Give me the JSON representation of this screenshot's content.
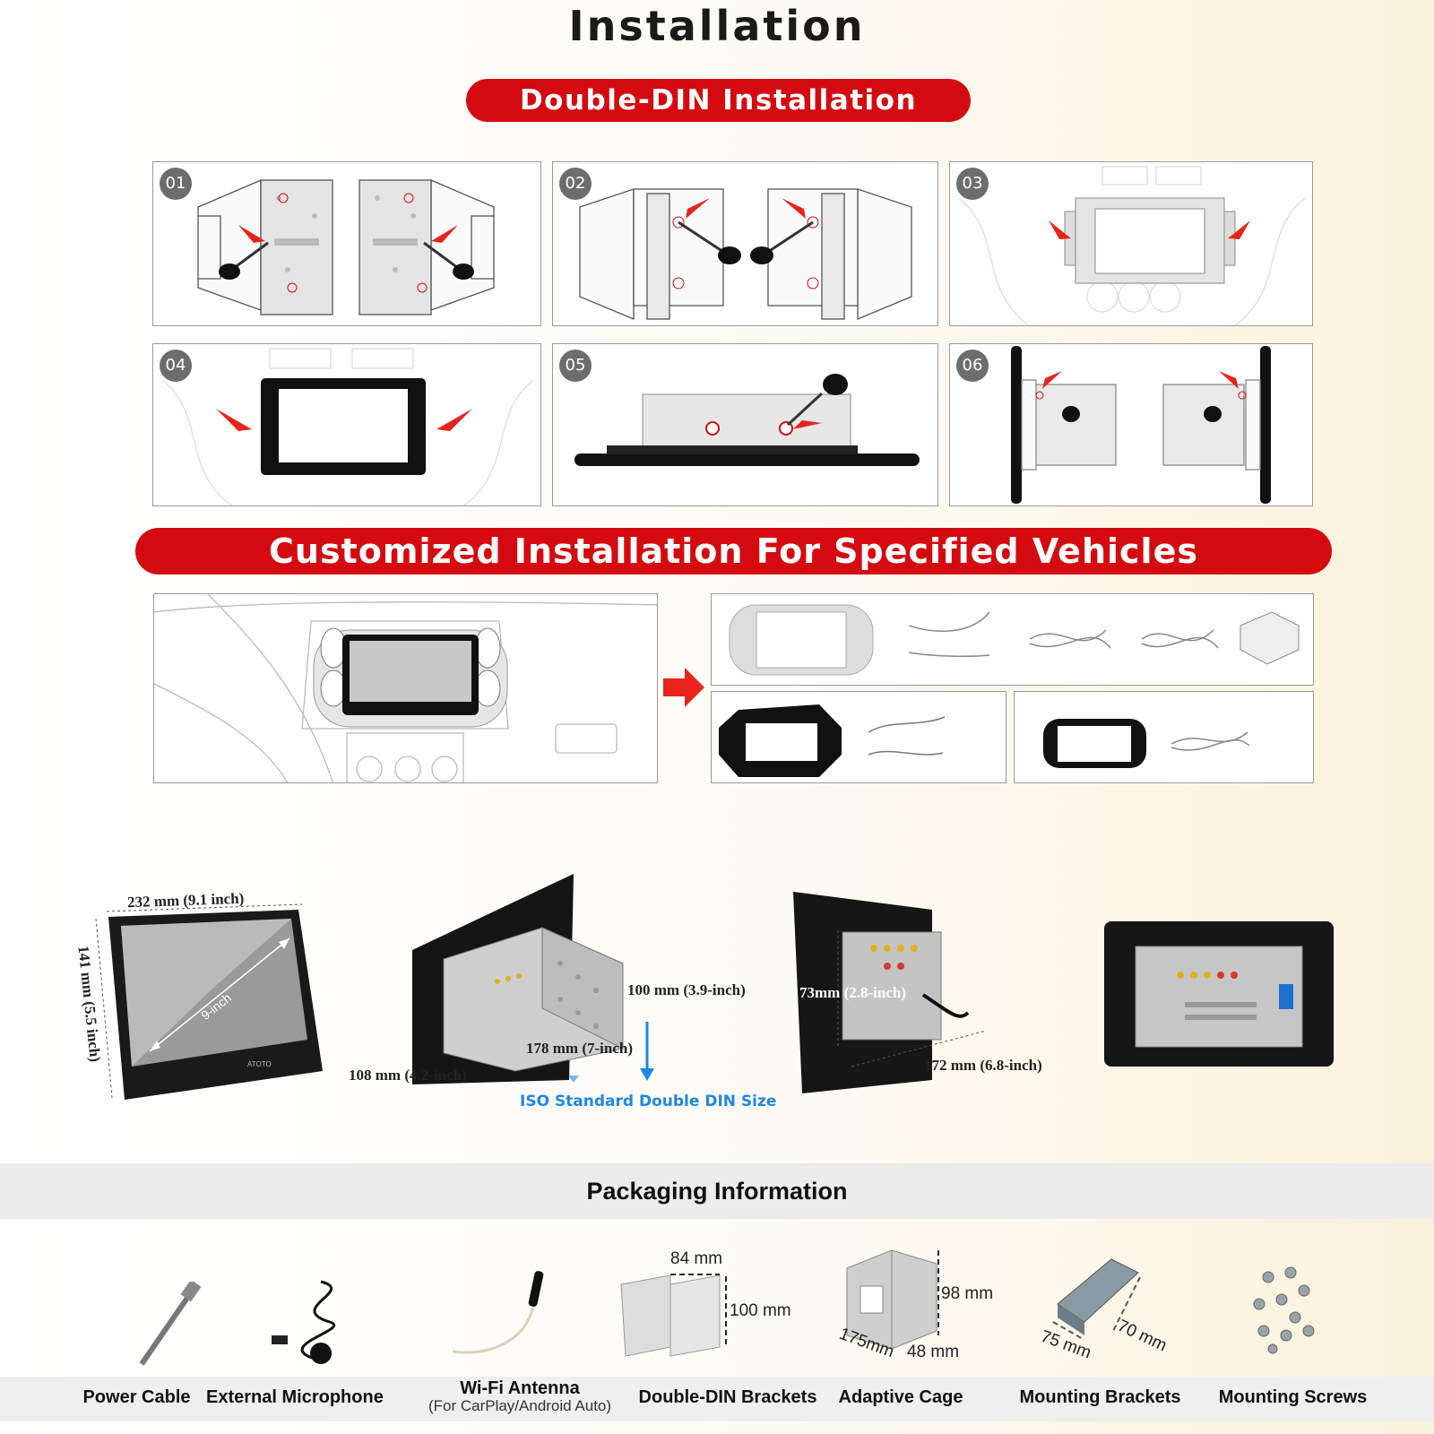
{
  "title": "Installation",
  "double_din": {
    "banner": "Double-DIN Installation",
    "steps": [
      "01",
      "02",
      "03",
      "04",
      "05",
      "06"
    ]
  },
  "custom": {
    "banner": "Customized Installation For Specified Vehicles"
  },
  "dimensions": {
    "width": "232 mm (9.1 inch)",
    "height": "141 mm (5.5 inch)",
    "diagonal": "9-inch",
    "cage_height": "100 mm (3.9-inch)",
    "cage_depth": "178 mm (7-inch)",
    "cage_width": "108 mm (4.2-inch)",
    "iso_note": "ISO Standard Double DIN Size",
    "body_depth": "73mm (2.8-inch)",
    "body_width": "172 mm (6.8-inch)",
    "brand": "ATOTO"
  },
  "packaging": {
    "title": "Packaging Information",
    "items": [
      {
        "label": "Power Cable"
      },
      {
        "label": "External Microphone"
      },
      {
        "label": "Wi-Fi Antenna",
        "sub": "(For CarPlay/Android Auto)"
      },
      {
        "label": "Double-DIN Brackets",
        "dim_w": "84 mm",
        "dim_h": "100 mm"
      },
      {
        "label": "Adaptive Cage",
        "dim_h": "98 mm",
        "dim_d": "175mm",
        "dim_w": "48 mm"
      },
      {
        "label": "Mounting Brackets",
        "dim_a": "75 mm",
        "dim_b": "70 mm"
      },
      {
        "label": "Mounting Screws"
      }
    ]
  },
  "colors": {
    "accent_red": "#d50a10",
    "iso_blue": "#1e88e5"
  }
}
